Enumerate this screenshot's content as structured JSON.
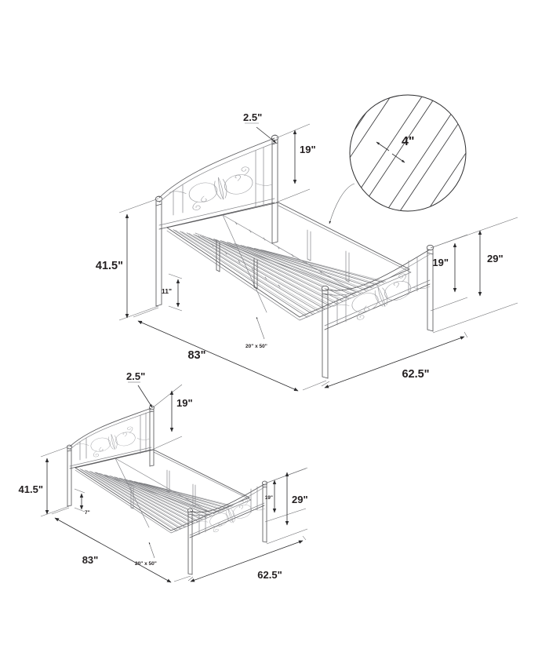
{
  "document": {
    "title": "Metal Platform Bed Frame — Dimension Drawing",
    "background_color": "#ffffff",
    "line_color": "#58585b",
    "dimension_color": "#231f20"
  },
  "views": [
    {
      "name": "upper-view",
      "description": "Isometric view of bed frame from head-left, foot-right",
      "dimensions": {
        "post_diameter": "2.5\"",
        "headboard_height_above_rail": "19\"",
        "overall_headboard_height": "41.5\"",
        "clearance_under_frame": "11\"",
        "length": "83\"",
        "width": "62.5\"",
        "footboard_height_above_rail": "19\"",
        "overall_footboard_height": "29\"",
        "center_support_note": "20\" x 50\""
      }
    },
    {
      "name": "lower-view",
      "description": "Second isometric view of bed frame, reduced scale",
      "dimensions": {
        "post_diameter": "2.5\"",
        "headboard_height_above_rail": "19\"",
        "overall_headboard_height": "41.5\"",
        "clearance_under_frame": "7\"",
        "length": "83\"",
        "width": "62.5\"",
        "footboard_height_above_rail": "19\"",
        "overall_footboard_height": "29\"",
        "center_support_note": "20\" x 50\""
      }
    }
  ],
  "detail_callout": {
    "name": "slat-spacing-detail",
    "shape": "circle",
    "label": "4\"",
    "description": "Magnified detail of slat spacing"
  },
  "labels": {
    "upper_post": "2.5\"",
    "upper_head_19": "19\"",
    "upper_height_41_5": "41.5\"",
    "upper_clearance_11": "11\"",
    "upper_length_83": "83\"",
    "upper_center_support": "20\" x 50\"",
    "upper_width_62_5": "62.5\"",
    "upper_foot_19": "19\"",
    "upper_foot_29": "29\"",
    "detail_4": "4\"",
    "lower_post": "2.5\"",
    "lower_head_19": "19\"",
    "lower_height_41_5": "41.5\"",
    "lower_clearance_7": "7\"",
    "lower_length_83": "83\"",
    "lower_center_support": "20\" x 50\"",
    "lower_width_62_5": "62.5\"",
    "lower_foot_19": "19\"",
    "lower_foot_29": "29\""
  }
}
